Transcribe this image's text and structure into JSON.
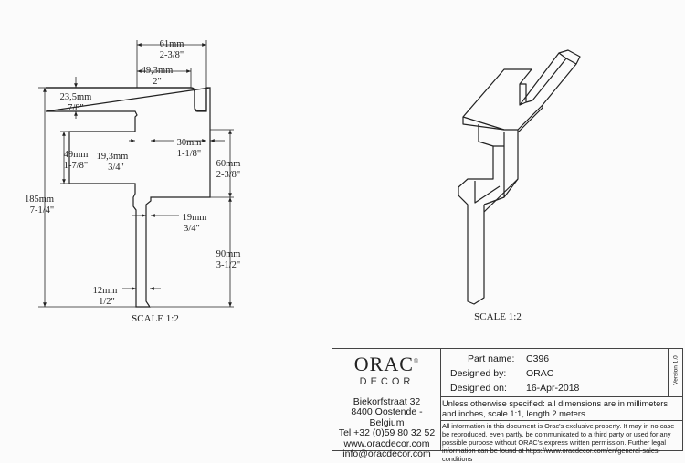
{
  "section_view": {
    "dim_overall_width_mm": "61mm",
    "dim_overall_width_in": "2-3/8\"",
    "dim_top_width_mm": "49,3mm",
    "dim_top_width_in": "2\"",
    "dim_top_height_mm": "23,5mm",
    "dim_top_height_in": "7/8\"",
    "dim_rebate_height_mm": "49mm",
    "dim_rebate_height_in": "1-7/8\"",
    "dim_rebate_depth_mm": "19,3mm",
    "dim_rebate_depth_in": "3/4\"",
    "dim_neck_width_mm": "30mm",
    "dim_neck_width_in": "1-1/8\"",
    "dim_mid_height_mm": "60mm",
    "dim_mid_height_in": "2-3/8\"",
    "dim_total_height_mm": "185mm",
    "dim_total_height_in": "7-1/4\"",
    "dim_step_mm": "19mm",
    "dim_step_in": "3/4\"",
    "dim_lower_height_mm": "90mm",
    "dim_lower_height_in": "3-1/2\"",
    "dim_base_width_mm": "12mm",
    "dim_base_width_in": "1/2\"",
    "scale": "SCALE  1:2"
  },
  "iso_view": {
    "scale": "SCALE  1:2"
  },
  "title_block": {
    "logo_word1": "ORAC",
    "logo_reg": "®",
    "logo_word2": "DECOR",
    "address_line1": "Biekorfstraat 32",
    "address_line2": "8400 Oostende - Belgium",
    "phone": "Tel  +32 (0)59 80 32 52",
    "website": "www.oracdecor.com",
    "email": "info@oracdecor.com",
    "part_name_label": "Part name:",
    "part_name_value": "C396",
    "designed_by_label": "Designed by:",
    "designed_by_value": "ORAC",
    "designed_on_label": "Designed on:",
    "designed_on_value": "16-Apr-2018",
    "version": "Version 1.0",
    "units_note": "Unless otherwise specified: all dimensions are in millimeters and inches, scale 1:1, length 2 meters",
    "legal_note": "All information in this document is Orac's exclusive property.  It may in no case be reproduced, even partly, be communicated to a third party or used for any possible purpose without ORAC's express written permission. Further legal information can be found at https://www.oracdecor.com/en/general-sales-conditions"
  }
}
